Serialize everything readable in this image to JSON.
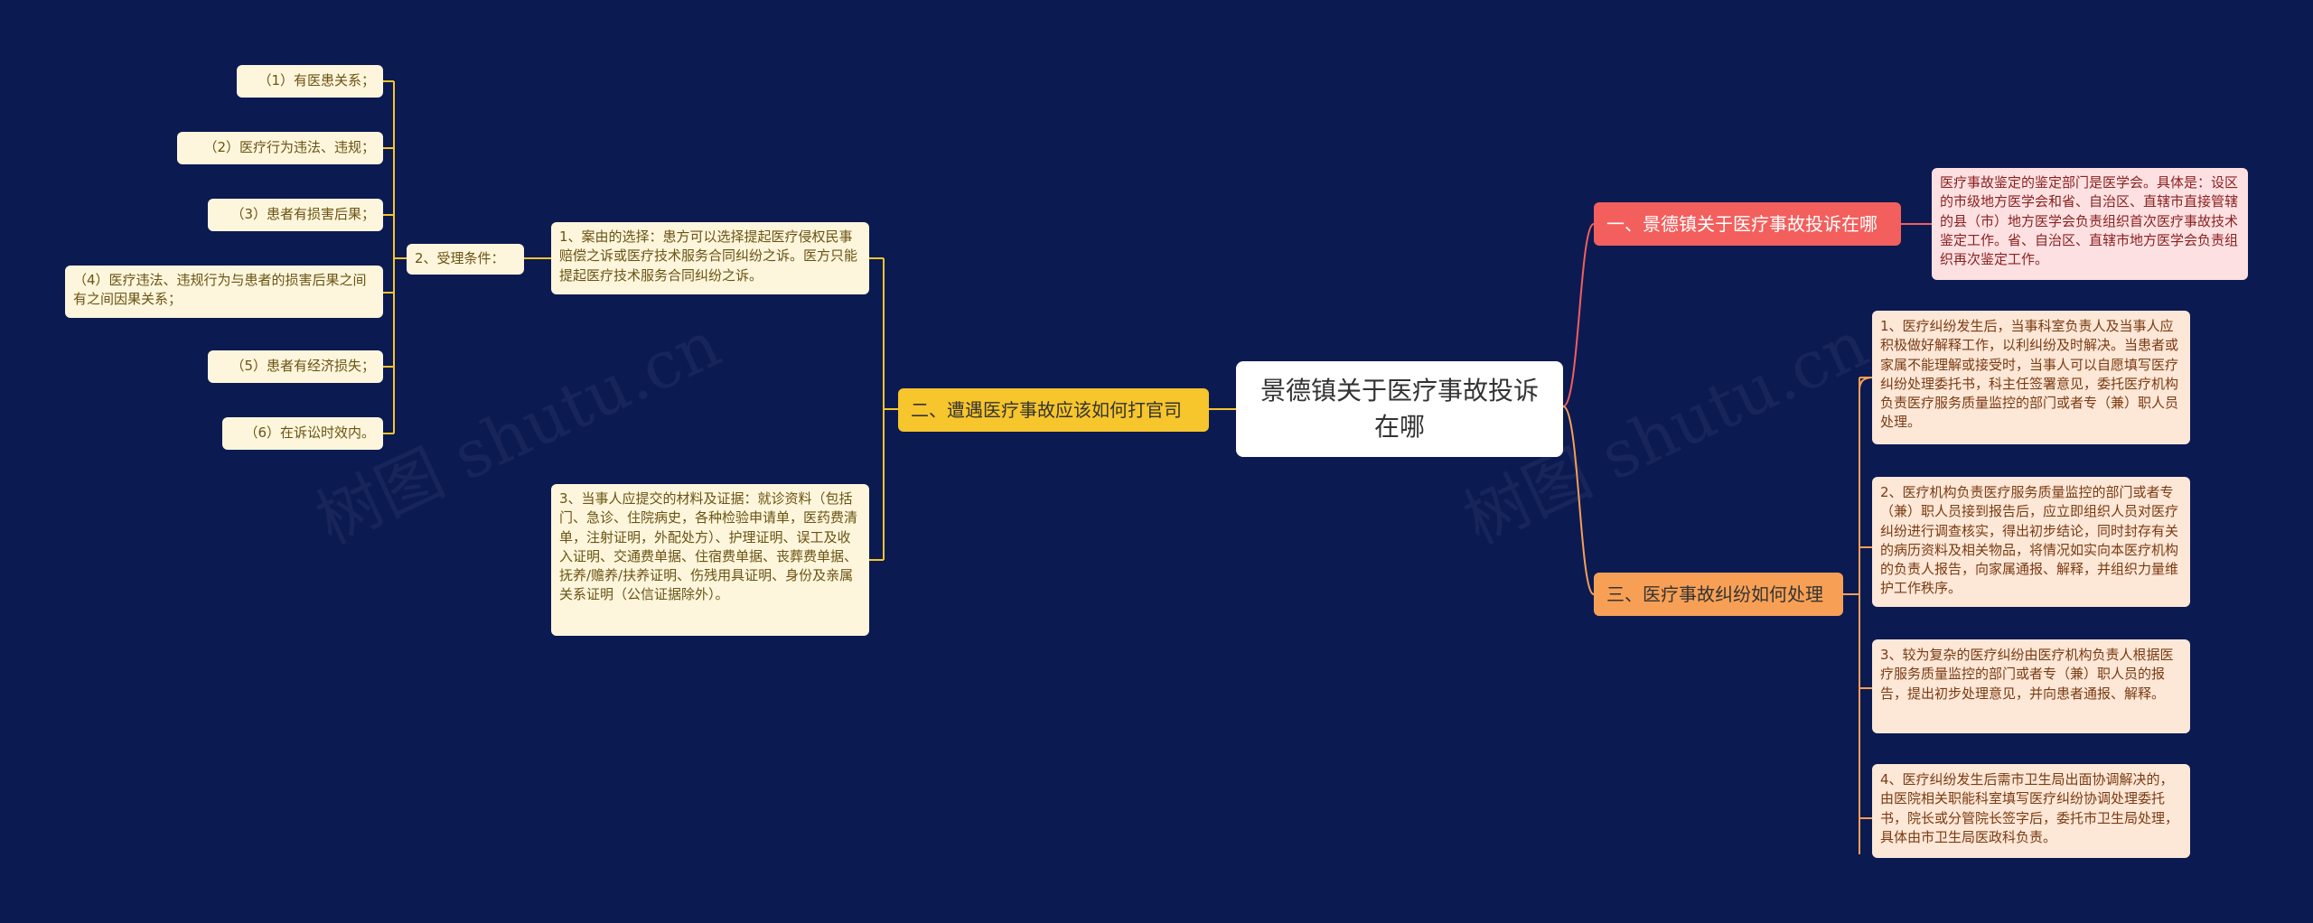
{
  "root": "景德镇关于医疗事故投诉在哪",
  "watermark": "树图 shutu.cn",
  "branch_right_1": {
    "label": "一、景德镇关于医疗事故投诉在哪",
    "child": "医疗事故鉴定的鉴定部门是医学会。具体是：设区的市级地方医学会和省、自治区、直辖市直接管辖的县（市）地方医学会负责组织首次医疗事故技术鉴定工作。省、自治区、直辖市地方医学会负责组织再次鉴定工作。"
  },
  "branch_right_2": {
    "label": "三、医疗事故纠纷如何处理",
    "children": [
      "1、医疗纠纷发生后，当事科室负责人及当事人应积极做好解释工作，以利纠纷及时解决。当患者或家属不能理解或接受时，当事人可以自愿填写医疗纠纷处理委托书，科主任签署意见，委托医疗机构负责医疗服务质量监控的部门或者专（兼）职人员处理。",
      "2、医疗机构负责医疗服务质量监控的部门或者专（兼）职人员接到报告后，应立即组织人员对医疗纠纷进行调查核实，得出初步结论，同时封存有关的病历资料及相关物品，将情况如实向本医疗机构的负责人报告，向家属通报、解释，并组织力量维护工作秩序。",
      "3、较为复杂的医疗纠纷由医疗机构负责人根据医疗服务质量监控的部门或者专（兼）职人员的报告，提出初步处理意见，并向患者通报、解释。",
      "4、医疗纠纷发生后需市卫生局出面协调解决的，由医院相关职能科室填写医疗纠纷协调处理委托书，院长或分管院长签字后，委托市卫生局处理，具体由市卫生局医政科负责。"
    ]
  },
  "branch_left": {
    "label": "二、遭遇医疗事故应该如何打官司",
    "child_1": "1、案由的选择：患方可以选择提起医疗侵权民事赔偿之诉或医疗技术服务合同纠纷之诉。医方只能提起医疗技术服务合同纠纷之诉。",
    "child_2": "2、受理条件：",
    "conditions": [
      "（1）有医患关系；",
      "（2）医疗行为违法、违规；",
      "（3）患者有损害后果；",
      "（4）医疗违法、违规行为与患者的损害后果之间有之间因果关系；",
      "（5）患者有经济损失；",
      "（6）在诉讼时效内。"
    ],
    "child_3": "3、当事人应提交的材料及证据：就诊资料（包括门、急诊、住院病史，各种检验申请单，医药费清单，注射证明，外配处方）、护理证明、误工及收入证明、交通费单据、住宿费单据、丧葬费单据、抚养/赡养/扶养证明、伤残用具证明、身份及亲属关系证明（公信证据除外）。"
  },
  "colors": {
    "background": "#0c1a52",
    "line_red": "#f25f5c",
    "line_orange": "#f7a055",
    "line_yellow": "#f7c52c"
  }
}
